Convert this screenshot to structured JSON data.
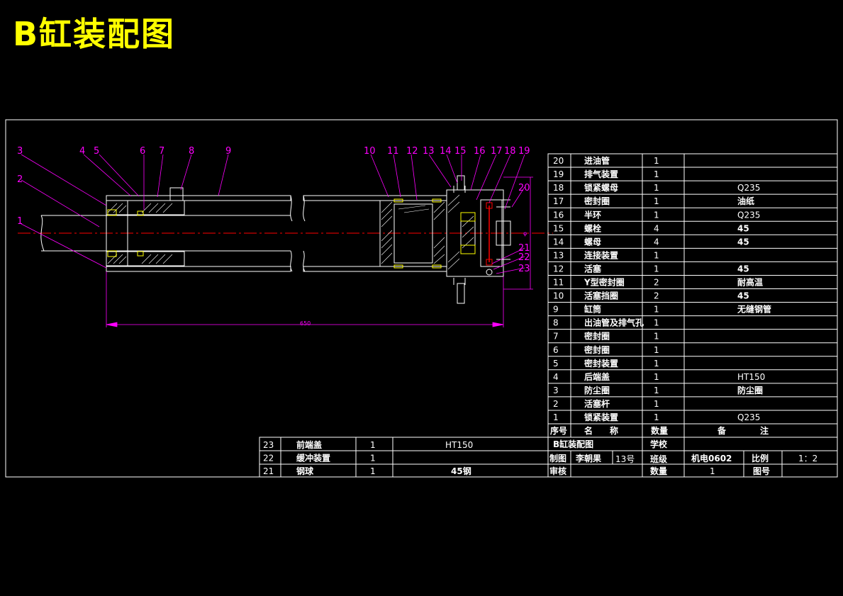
{
  "title": "B缸装配图",
  "drawing": {
    "callouts": [
      "1",
      "2",
      "3",
      "4",
      "5",
      "6",
      "7",
      "8",
      "9",
      "10",
      "11",
      "12",
      "13",
      "14",
      "15",
      "16",
      "17",
      "18",
      "19",
      "20",
      "21",
      "22",
      "23"
    ],
    "dimension_length": "650",
    "dimension_height": "φ"
  },
  "parts": [
    {
      "no": "20",
      "name": "进油管",
      "qty": "1",
      "material": ""
    },
    {
      "no": "19",
      "name": "排气装置",
      "qty": "1",
      "material": ""
    },
    {
      "no": "18",
      "name": "锁紧螺母",
      "qty": "1",
      "material": "Q235"
    },
    {
      "no": "17",
      "name": "密封圈",
      "qty": "1",
      "material": "油纸"
    },
    {
      "no": "16",
      "name": "半环",
      "qty": "1",
      "material": "Q235"
    },
    {
      "no": "15",
      "name": "螺栓",
      "qty": "4",
      "material": "45"
    },
    {
      "no": "14",
      "name": "螺母",
      "qty": "4",
      "material": "45"
    },
    {
      "no": "13",
      "name": "连接装置",
      "qty": "1",
      "material": ""
    },
    {
      "no": "12",
      "name": "活塞",
      "qty": "1",
      "material": "45"
    },
    {
      "no": "11",
      "name": "Y型密封圈",
      "qty": "2",
      "material": "耐高温"
    },
    {
      "no": "10",
      "name": "活塞挡圈",
      "qty": "2",
      "material": "45"
    },
    {
      "no": "9",
      "name": "缸筒",
      "qty": "1",
      "material": "无缝钢管"
    },
    {
      "no": "8",
      "name": "出油管及排气孔",
      "qty": "1",
      "material": ""
    },
    {
      "no": "7",
      "name": "密封圈",
      "qty": "1",
      "material": ""
    },
    {
      "no": "6",
      "name": "密封圈",
      "qty": "1",
      "material": ""
    },
    {
      "no": "5",
      "name": "密封装置",
      "qty": "1",
      "material": ""
    },
    {
      "no": "4",
      "name": "后端盖",
      "qty": "1",
      "material": "HT150"
    },
    {
      "no": "3",
      "name": "防尘圈",
      "qty": "1",
      "material": "防尘圈"
    },
    {
      "no": "2",
      "name": "活塞杆",
      "qty": "1",
      "material": ""
    },
    {
      "no": "1",
      "name": "锁紧装置",
      "qty": "1",
      "material": "Q235"
    }
  ],
  "header_row": {
    "no": "序号",
    "name": "名　　称",
    "qty": "数量",
    "remark": "备　　　　注"
  },
  "lower_parts": [
    {
      "no": "23",
      "name": "前端盖",
      "qty": "1",
      "material": "HT150"
    },
    {
      "no": "22",
      "name": "缓冲装置",
      "qty": "1",
      "material": ""
    },
    {
      "no": "21",
      "name": "钢球",
      "qty": "1",
      "material": "45钢"
    }
  ],
  "title_block": {
    "drawing_name": "B缸装配图",
    "school_label": "学校",
    "school_value": "",
    "drawn_label": "制图",
    "drawn_by": "李朝果",
    "student_no": "13号",
    "class_label": "班级",
    "class_value": "机电0602",
    "scale_label": "比例",
    "scale_value": "1：2",
    "review_label": "审核",
    "quantity_label": "数量",
    "quantity_value": "1",
    "drawing_no_label": "图号"
  }
}
